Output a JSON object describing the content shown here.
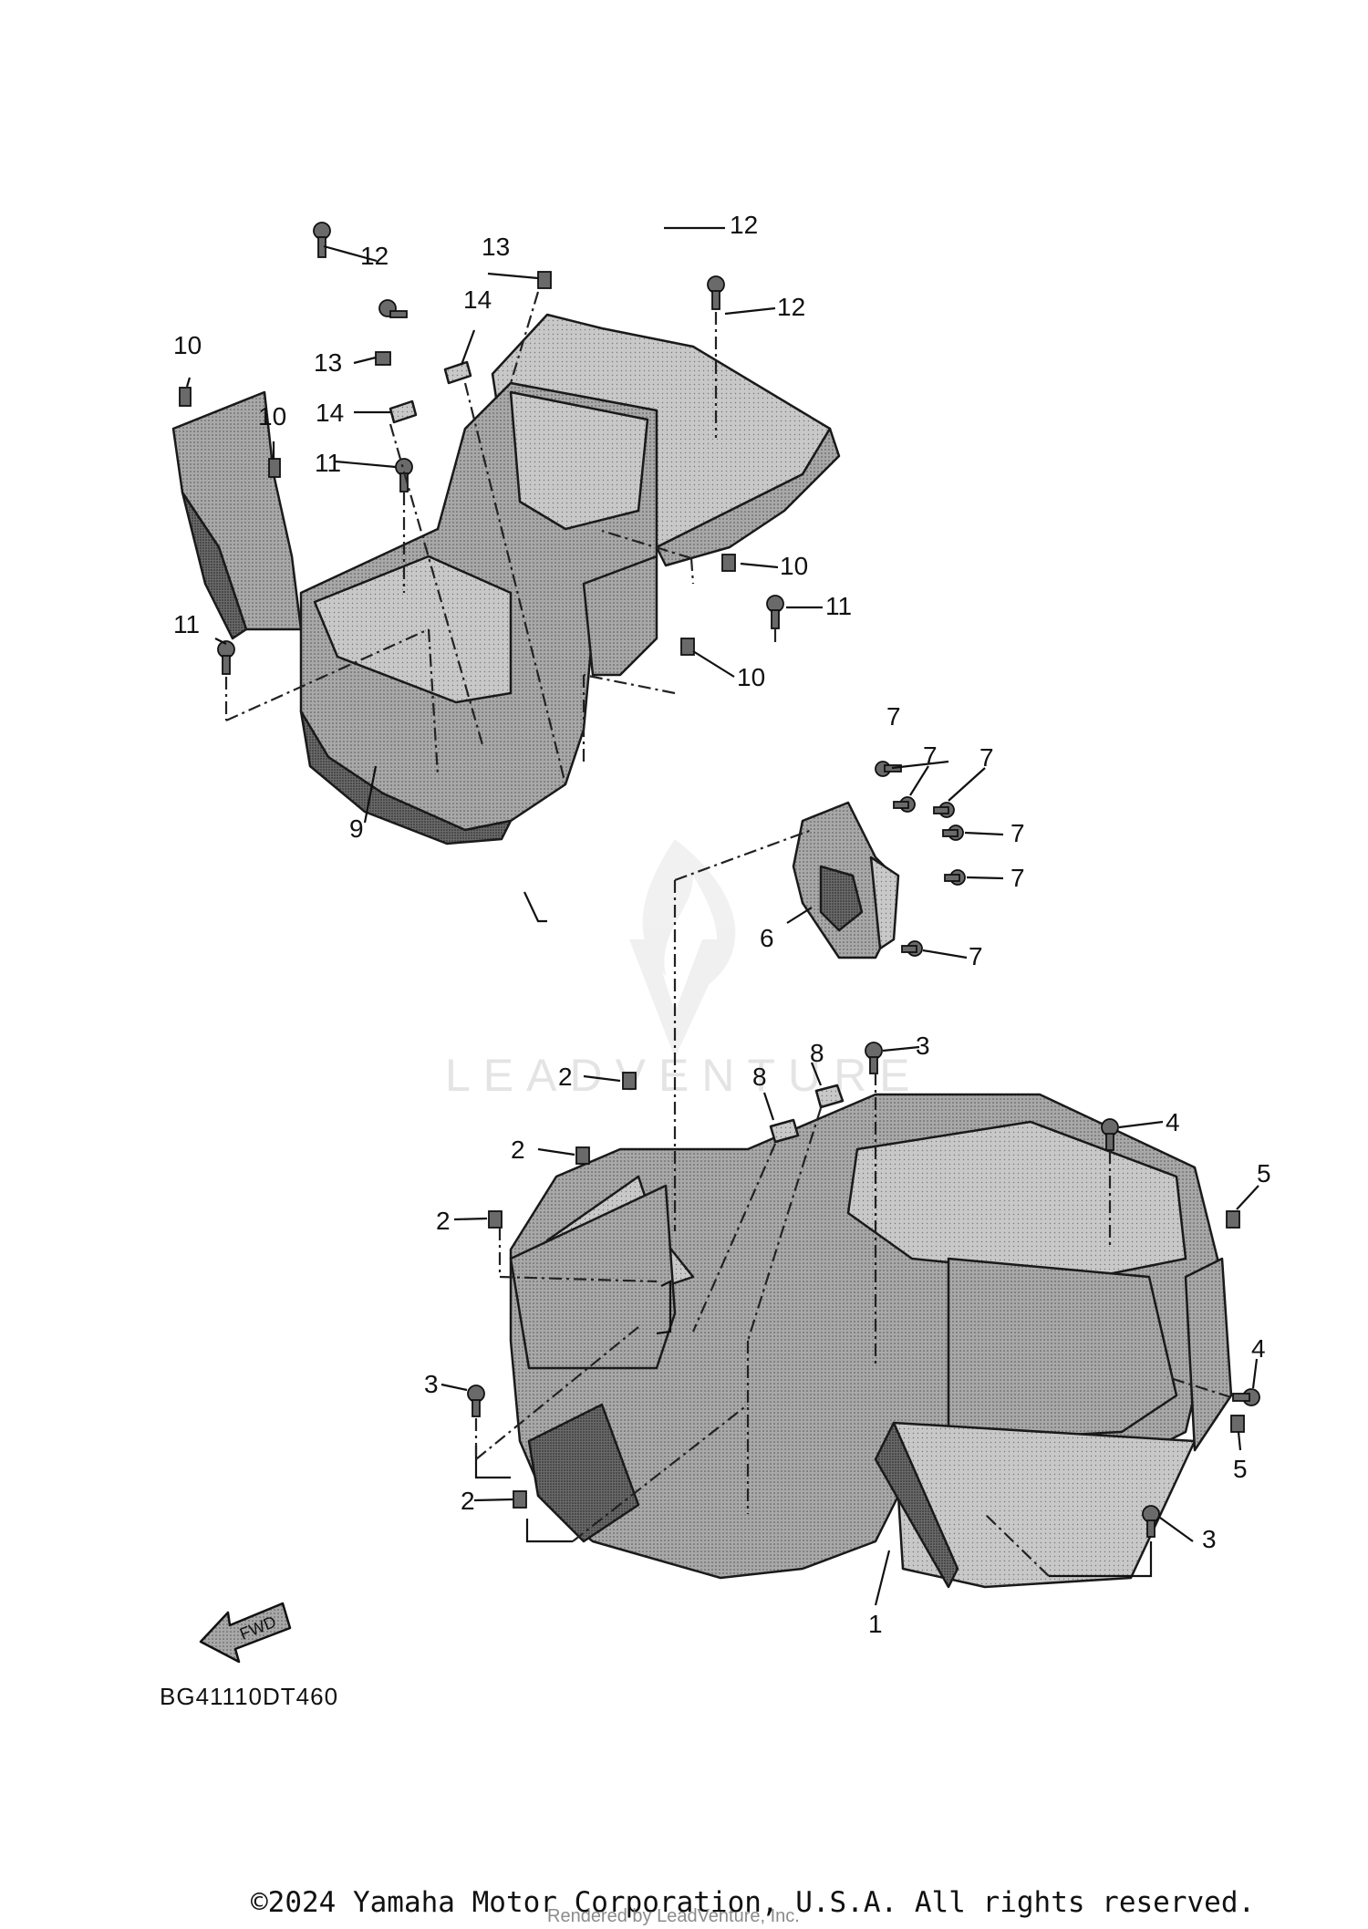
{
  "diagram": {
    "diagram_code": "BG41110DT460",
    "copyright": "©2024 Yamaha Motor Corporation, U.S.A. All rights reserved.",
    "rendered_by": "Rendered by LeadVenture, Inc.",
    "watermark": "LEADVENTURE",
    "fwd_label": "FWD",
    "callouts": {
      "c1": "1",
      "c2a": "2",
      "c2b": "2",
      "c2c": "2",
      "c2d": "2",
      "c3a": "3",
      "c3b": "3",
      "c3c": "3",
      "c4a": "4",
      "c4b": "4",
      "c5a": "5",
      "c5b": "5",
      "c6": "6",
      "c7a": "7",
      "c7b": "7",
      "c7c": "7",
      "c7d": "7",
      "c7e": "7",
      "c7f": "7",
      "c8a": "8",
      "c8b": "8",
      "c9": "9",
      "c10a": "10",
      "c10b": "10",
      "c10c": "10",
      "c10d": "10",
      "c11a": "11",
      "c11b": "11",
      "c11c": "11",
      "c12a": "12",
      "c12b": "12",
      "c12c": "12",
      "c13a": "13",
      "c13b": "13",
      "c14a": "14",
      "c14b": "14"
    },
    "colors": {
      "part_fill": "#9a9a9a",
      "part_shade": "#6e6e6e",
      "part_light": "#c4c4c4",
      "ink": "#111111"
    }
  }
}
